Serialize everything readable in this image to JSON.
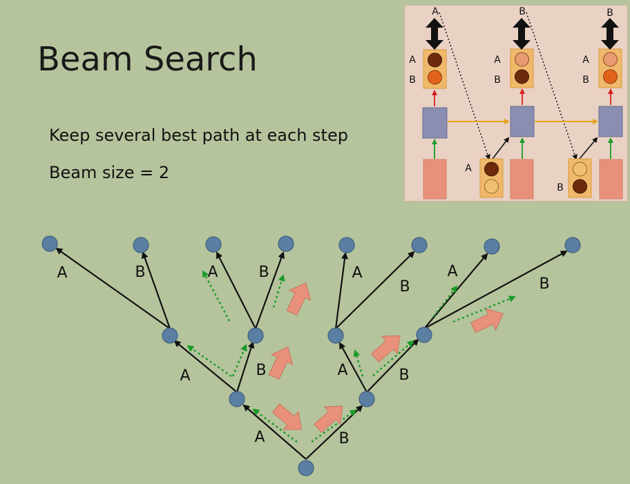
{
  "slide": {
    "title": "Beam Search",
    "bullets": [
      "Keep several best path at each step",
      "Beam size = 2"
    ]
  },
  "tree": {
    "branch_labels": [
      "A",
      "B",
      "A",
      "B",
      "A",
      "B",
      "A",
      "B",
      "A",
      "B",
      "A",
      "B",
      "A",
      "B"
    ]
  },
  "inset": {
    "token_labels": [
      "A",
      "B",
      "B"
    ],
    "prob_labels": [
      "A",
      "B",
      "A",
      "B",
      "A",
      "B"
    ],
    "input_labels": [
      "A",
      "B"
    ]
  },
  "colors": {
    "background": "#b5c49c",
    "node": "#5b7fa3",
    "edge": "#111111",
    "beam_arrow": "#1a9a2a",
    "big_arrow": "#e8907a",
    "inset_bg": "#e9d2c4",
    "rnn_box": "#8a8eb0",
    "input_box": "#e7907a",
    "prob_box": "#f0b86a"
  }
}
